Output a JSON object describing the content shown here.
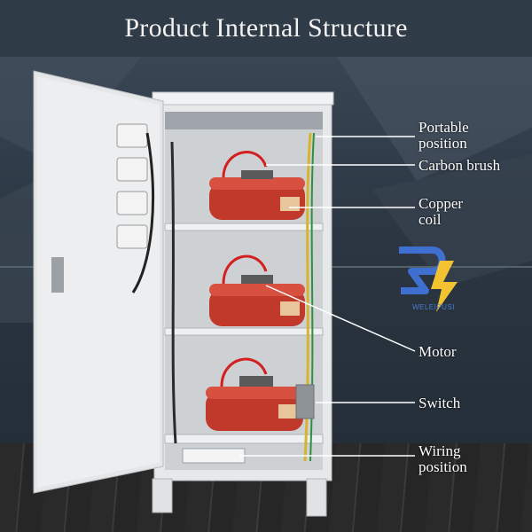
{
  "title": "Product Internal Structure",
  "labels": [
    {
      "text": "Portable position"
    },
    {
      "text": "Carbon brush"
    },
    {
      "text": "Copper coil"
    },
    {
      "text": "Motor"
    },
    {
      "text": "Switch"
    },
    {
      "text": "Wiring position"
    }
  ],
  "logo": {
    "icon": "lightning-logo-icon",
    "text": "WELEIPUSI"
  },
  "colors": {
    "banner": "#2f3b46",
    "cabinet": "#e6e8ea",
    "coil": "#c0392b",
    "logo": "#3f6fd0",
    "bolt": "#f2c230"
  }
}
